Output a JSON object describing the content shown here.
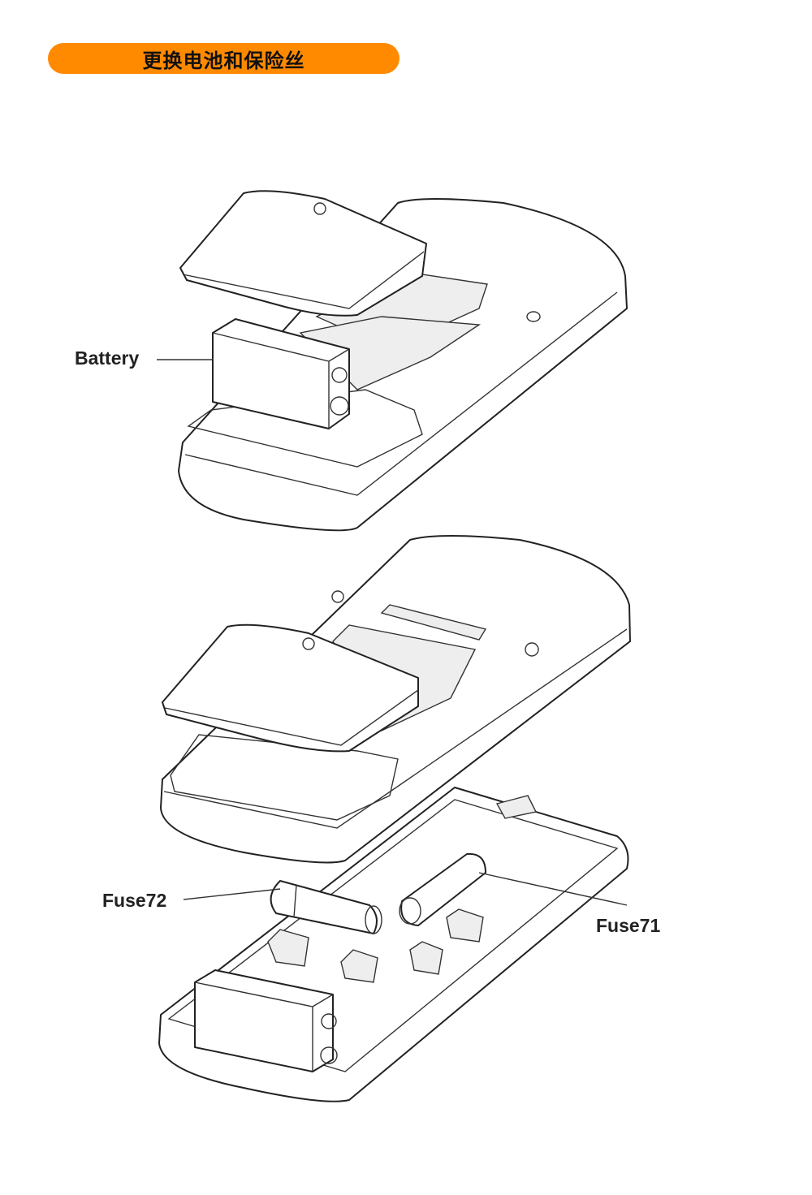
{
  "header": {
    "title": "更换电池和保险丝",
    "accent_color": "#ff8a00"
  },
  "labels": {
    "battery": "Battery",
    "fuse72": "Fuse72",
    "fuse71": "Fuse71"
  }
}
